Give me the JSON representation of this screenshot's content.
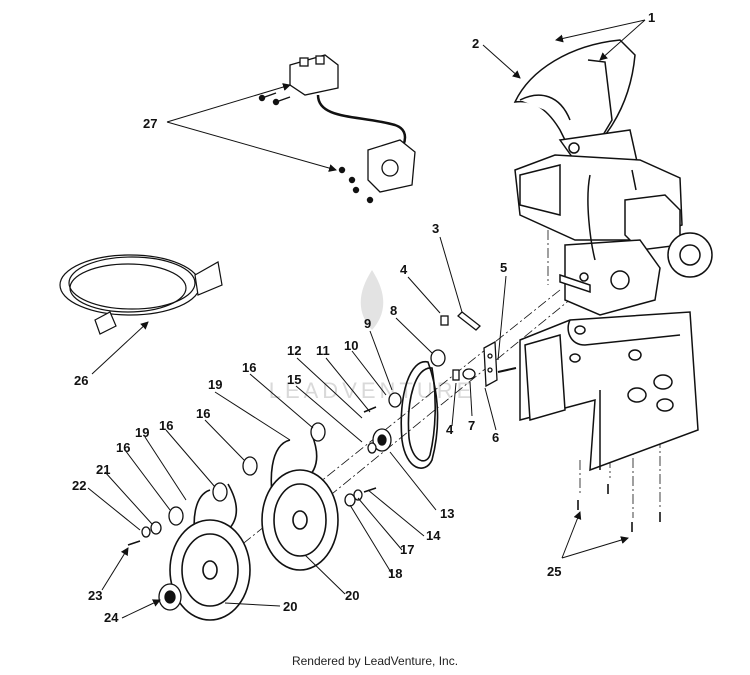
{
  "footer": {
    "text": "Rendered by LeadVenture, Inc."
  },
  "watermark": {
    "text": "LEADVENTURE",
    "logo": "flame-logo-icon"
  },
  "colors": {
    "ink": "#111111",
    "watermark": "#d9d9d9",
    "background": "#ffffff"
  },
  "callouts": {
    "c1": "1",
    "c2": "2",
    "c3": "3",
    "c4a": "4",
    "c4b": "4",
    "c5": "5",
    "c6": "6",
    "c7": "7",
    "c8": "8",
    "c9": "9",
    "c10": "10",
    "c11": "11",
    "c12": "12",
    "c13": "13",
    "c14": "14",
    "c15": "15",
    "c16a": "16",
    "c16b": "16",
    "c16c": "16",
    "c16d": "16",
    "c17": "17",
    "c18": "18",
    "c19a": "19",
    "c19b": "19",
    "c20a": "20",
    "c20b": "20",
    "c21": "21",
    "c22": "22",
    "c23": "23",
    "c24": "24",
    "c25": "25",
    "c26": "26",
    "c27": "27"
  }
}
